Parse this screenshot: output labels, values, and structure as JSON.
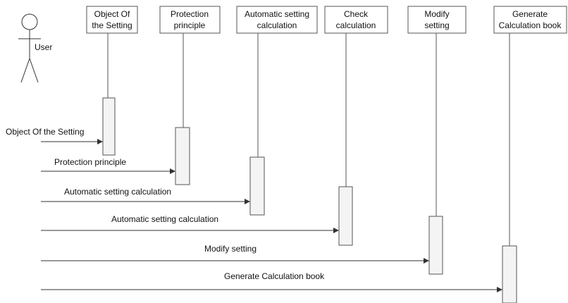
{
  "actor": {
    "label": "User"
  },
  "participants": [
    {
      "line1": "Object Of",
      "line2": "the Setting"
    },
    {
      "line1": "Protection",
      "line2": "principle"
    },
    {
      "line1": "Automatic setting",
      "line2": "calculation"
    },
    {
      "line1": "Check",
      "line2": "calculation"
    },
    {
      "line1": "Modify",
      "line2": "setting"
    },
    {
      "line1": "Generate",
      "line2": "Calculation book"
    }
  ],
  "messages": [
    {
      "label": "Object Of the Setting"
    },
    {
      "label": "Protection principle"
    },
    {
      "label": "Automatic setting calculation"
    },
    {
      "label": "Automatic setting calculation"
    },
    {
      "label": "Modify setting"
    },
    {
      "label": "Generate Calculation book"
    }
  ]
}
